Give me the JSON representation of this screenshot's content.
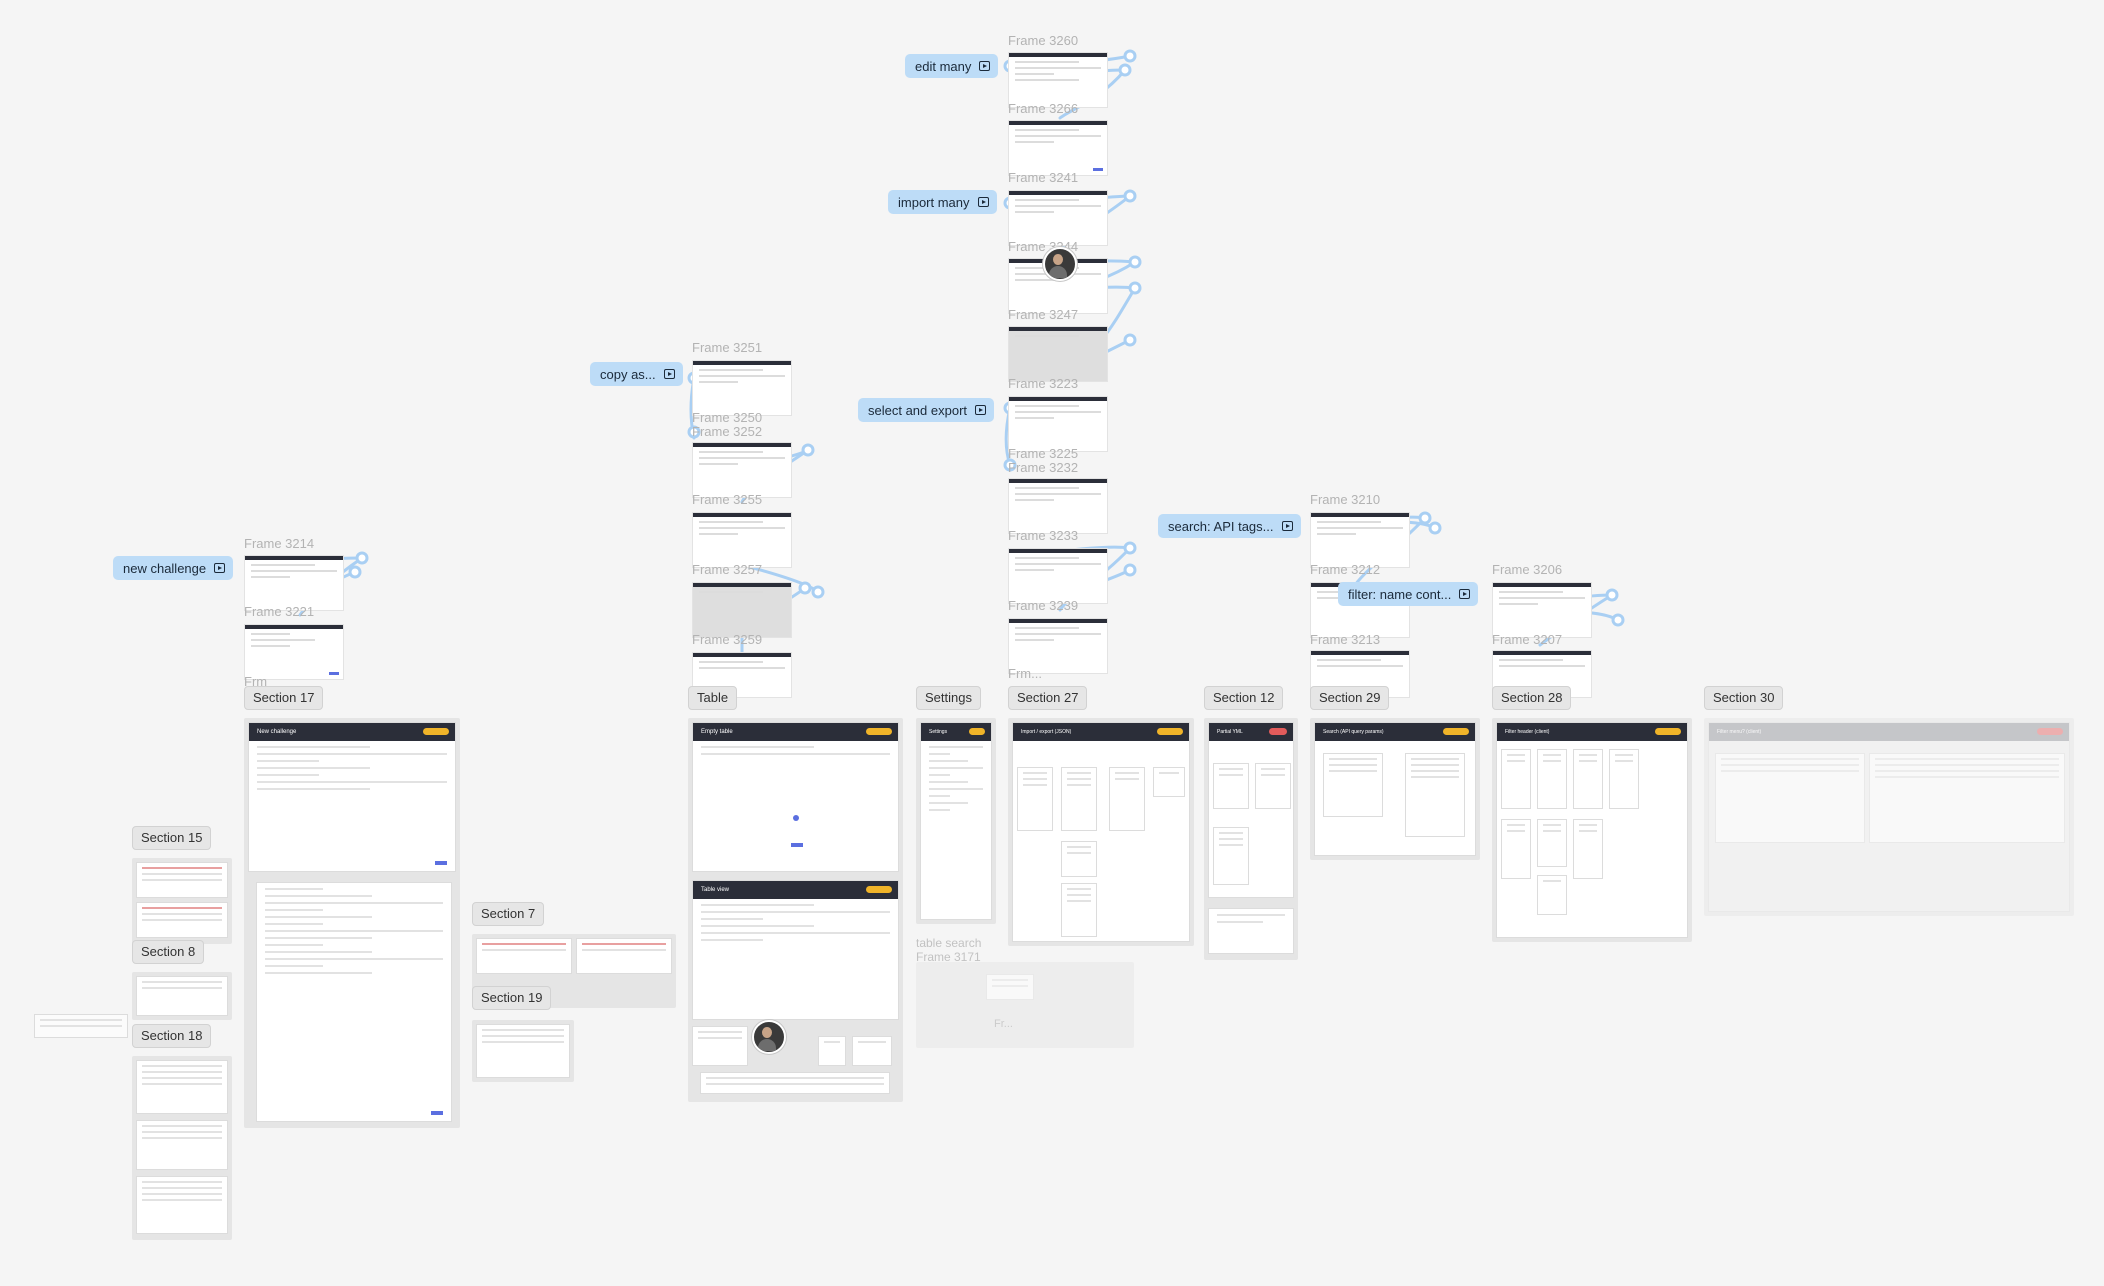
{
  "flows": [
    {
      "id": "edit-many",
      "label": "edit many"
    },
    {
      "id": "import-many",
      "label": "import many"
    },
    {
      "id": "copy-as",
      "label": "copy as..."
    },
    {
      "id": "select-and-export",
      "label": "select and export"
    },
    {
      "id": "new-challenge",
      "label": "new challenge"
    },
    {
      "id": "search-api-tags",
      "label": "search: API tags..."
    },
    {
      "id": "filter-name",
      "label": "filter: name cont..."
    }
  ],
  "frame_labels": {
    "f3260": "Frame 3260",
    "f3266": "Frame 3266",
    "f3241": "Frame 3241",
    "f3244": "Frame 3244",
    "f3247": "Frame 3247",
    "f3223": "Frame 3223",
    "f3225": "Frame 3225",
    "f3232": "Frame 3232",
    "f3233": "Frame 3233",
    "f3239": "Frame 3239",
    "frm_a": "Frm...",
    "f3251": "Frame 3251",
    "f3250": "Frame 3250",
    "f3252": "Frame 3252",
    "f3255": "Frame 3255",
    "f3257": "Frame 3257",
    "f3259": "Frame 3259",
    "f3214": "Frame 3214",
    "f3221": "Frame 3221",
    "frm_b": "Frm",
    "f3210": "Frame 3210",
    "f3212": "Frame 3212",
    "f3213": "Frame 3213",
    "f3206": "Frame 3206",
    "f3207": "Frame 3207",
    "table_search": "table search",
    "f3171": "Frame 3171",
    "fr": "Fr..."
  },
  "sections": {
    "s17": "Section 17",
    "table": "Table",
    "settings": "Settings",
    "s27": "Section 27",
    "s12": "Section 12",
    "s29": "Section 29",
    "s28": "Section 28",
    "s30": "Section 30",
    "s15": "Section 15",
    "s8": "Section 8",
    "s18": "Section 18",
    "s7": "Section 7",
    "s19": "Section 19"
  },
  "mock_titles": {
    "new_challenge": "New challenge",
    "empty_table": "Empty table",
    "table_view": "Table view",
    "settings": "Settings",
    "import_export": "Import / export (JSON)",
    "partial_yml": "Partial YML",
    "search_api": "Search (API query params)",
    "filter_header": "Filter header (client)",
    "filter_menu": "Filter menu? (client)"
  },
  "colors": {
    "canvas": "#f5f5f5",
    "wire": "#bddcf7",
    "wire_stroke": "#a9cff3",
    "header": "#2b2e39",
    "accent": "#f0b429",
    "primary": "#5b6fe0"
  }
}
